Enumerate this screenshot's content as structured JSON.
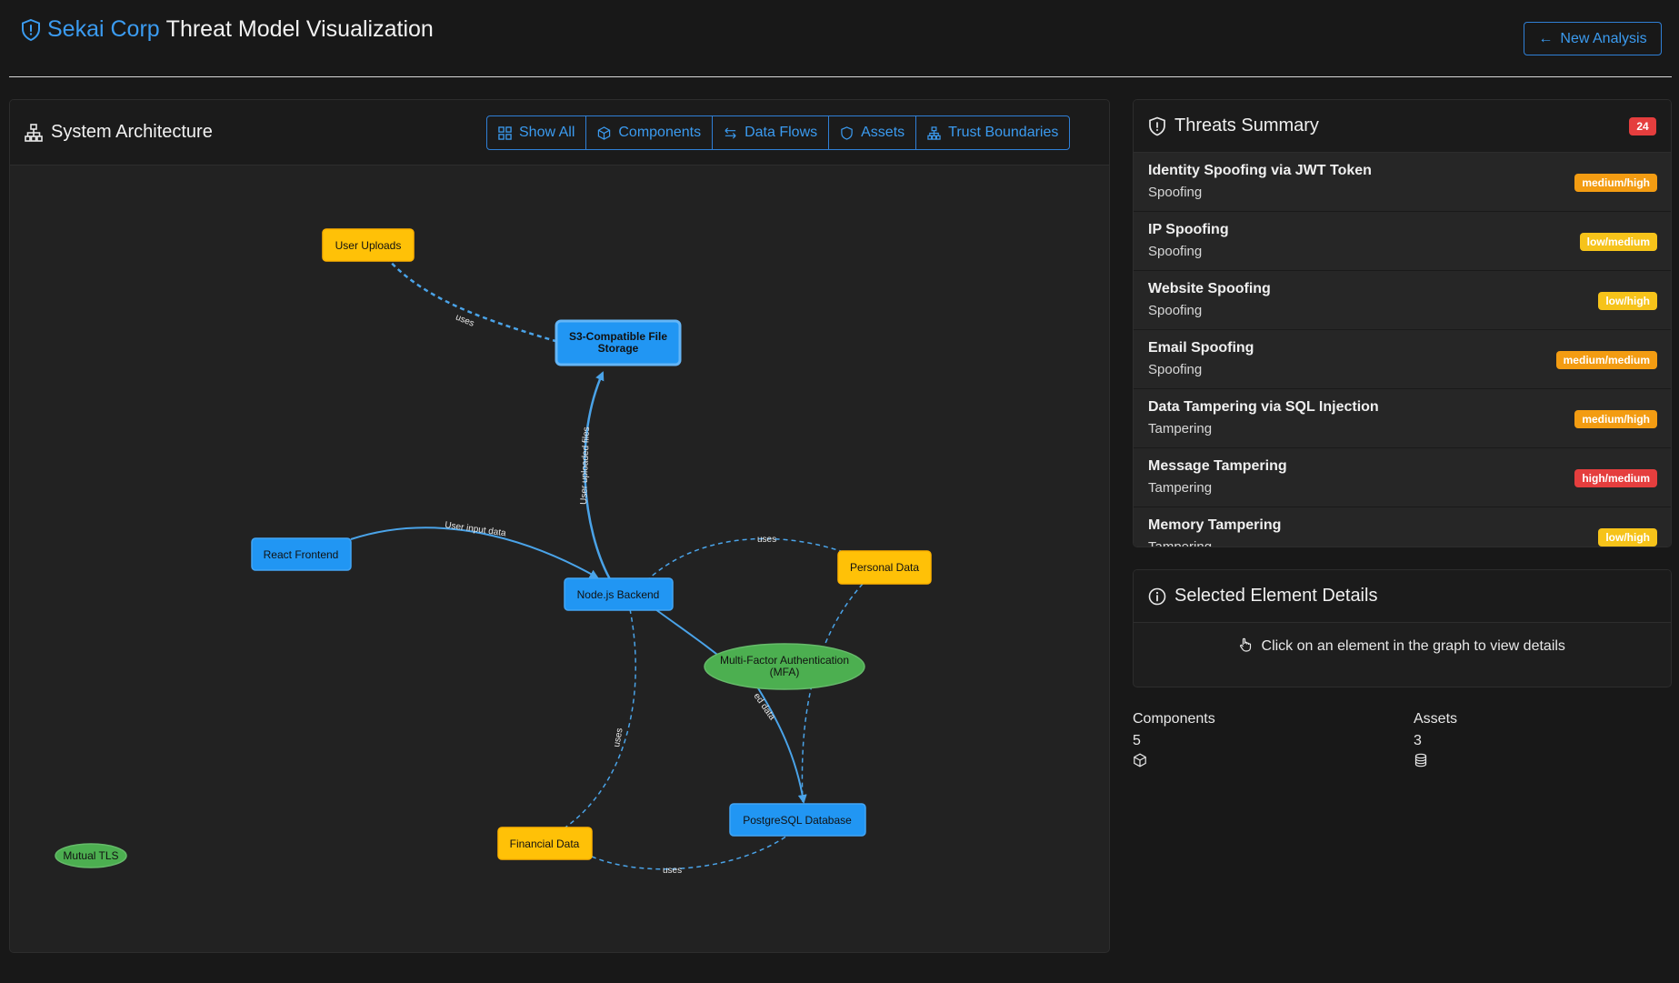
{
  "header": {
    "brand": "Sekai Corp",
    "title": "Threat Model Visualization",
    "new_analysis_label": "New Analysis"
  },
  "architecture": {
    "title": "System Architecture",
    "filters": [
      {
        "label": "Show All",
        "icon": "grid-icon"
      },
      {
        "label": "Components",
        "icon": "cube-icon"
      },
      {
        "label": "Data Flows",
        "icon": "arrows-icon"
      },
      {
        "label": "Assets",
        "icon": "shield-icon"
      },
      {
        "label": "Trust Boundaries",
        "icon": "network-icon"
      }
    ],
    "nodes": {
      "user_uploads": "User Uploads",
      "s3_line1": "S3-Compatible File",
      "s3_line2": "Storage",
      "react_frontend": "React Frontend",
      "nodejs_backend": "Node.js Backend",
      "personal_data": "Personal Data",
      "mfa_line1": "Multi-Factor Authentication",
      "mfa_line2": "(MFA)",
      "postgresql": "PostgreSQL Database",
      "financial_data": "Financial Data",
      "mutual_tls": "Mutual TLS"
    },
    "edge_labels": {
      "uses_uploads": "uses",
      "user_uploaded_files": "User uploaded files",
      "user_input_data": "User input data",
      "uses_personal": "uses",
      "uses_financial": "uses",
      "uses_financial_pg": "uses",
      "stored_data": "ed data"
    },
    "colors": {
      "component": "#2196f3",
      "asset": "#ffc107",
      "control": "#4caf50",
      "edge": "#4aa3e8"
    }
  },
  "threats": {
    "title": "Threats Summary",
    "count": "24",
    "items": [
      {
        "name": "Identity Spoofing via JWT Token",
        "category": "Spoofing",
        "severity": "medium/high",
        "color": "orange"
      },
      {
        "name": "IP Spoofing",
        "category": "Spoofing",
        "severity": "low/medium",
        "color": "yellow"
      },
      {
        "name": "Website Spoofing",
        "category": "Spoofing",
        "severity": "low/high",
        "color": "yellow"
      },
      {
        "name": "Email Spoofing",
        "category": "Spoofing",
        "severity": "medium/medium",
        "color": "orange"
      },
      {
        "name": "Data Tampering via SQL Injection",
        "category": "Tampering",
        "severity": "medium/high",
        "color": "orange"
      },
      {
        "name": "Message Tampering",
        "category": "Tampering",
        "severity": "high/medium",
        "color": "red"
      },
      {
        "name": "Memory Tampering",
        "category": "Tampering",
        "severity": "low/high",
        "color": "yellow"
      }
    ]
  },
  "details": {
    "title": "Selected Element Details",
    "hint": "Click on an element in the graph to view details"
  },
  "stats": {
    "components_label": "Components",
    "components_value": "5",
    "components_icon": "cube-icon",
    "assets_label": "Assets",
    "assets_value": "3",
    "assets_icon": "database-icon"
  }
}
